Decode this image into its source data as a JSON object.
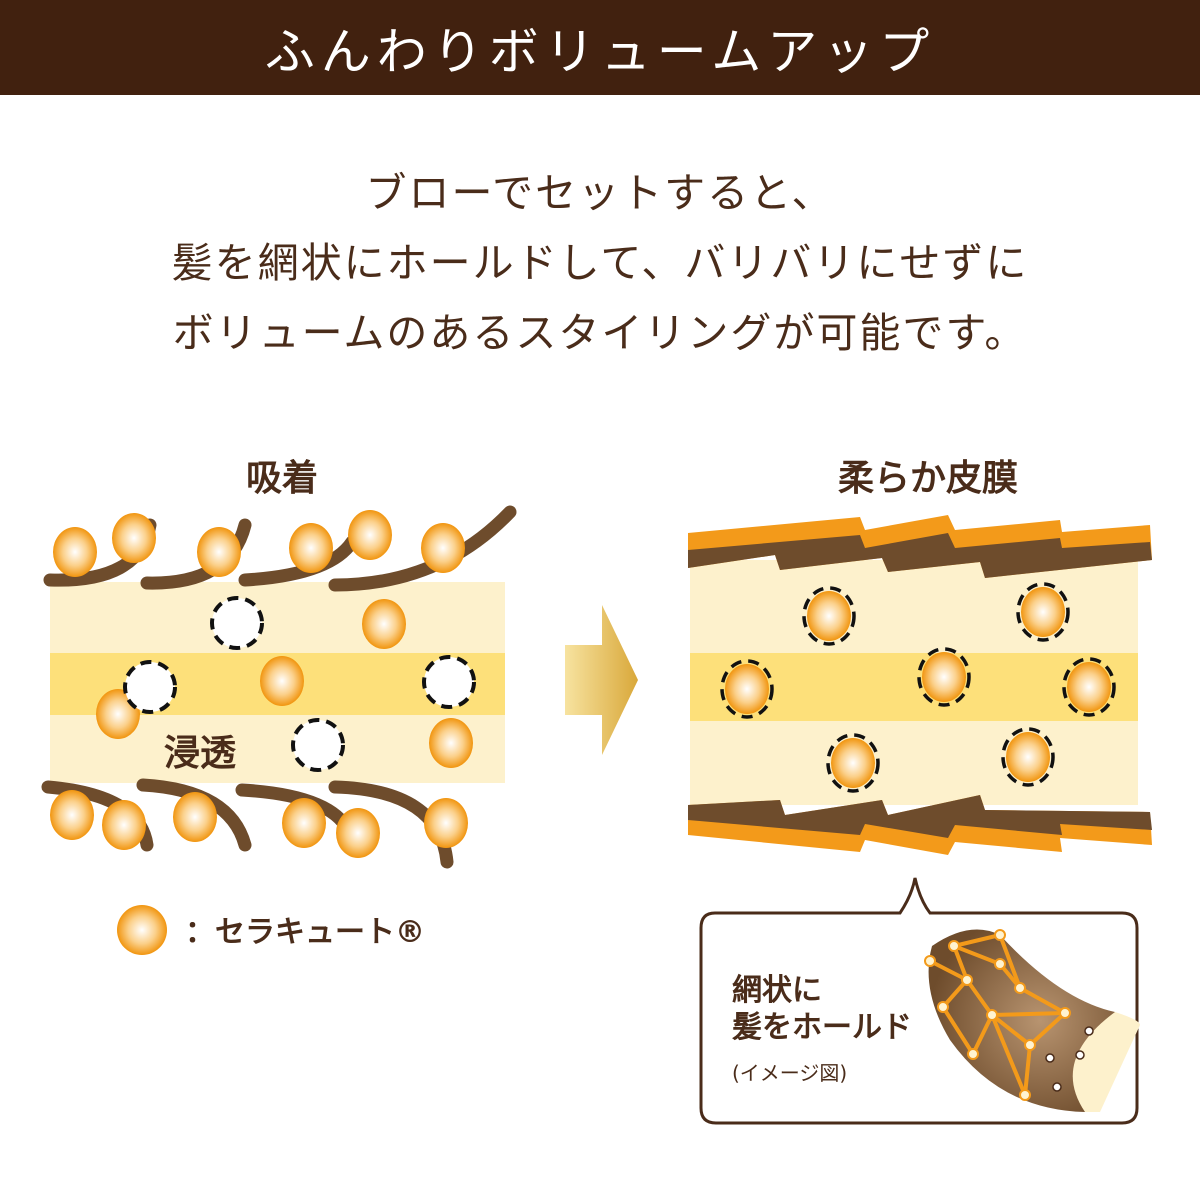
{
  "header": {
    "title": "ふんわりボリュームアップ"
  },
  "intro": {
    "lines": [
      "ブローでセットすると、",
      "髪を網状にホールドして、バリバリにせずに",
      "ボリュームのあるスタイリングが可能です。"
    ]
  },
  "left_diagram": {
    "title": "吸着",
    "inner_label": "浸透"
  },
  "right_diagram": {
    "title": "柔らか皮膜"
  },
  "legend": {
    "text": "：セラキュート®"
  },
  "bubble": {
    "line1": "網状に",
    "line2": "髪をホールド",
    "note": "(イメージ図)"
  },
  "colors": {
    "header_bg": "#41210f",
    "text": "#4a2c1a",
    "hair": "#6e4c2c",
    "orange": "#f39a1a",
    "band_light": "#fdf1cc",
    "band_mid": "#fde07a"
  }
}
